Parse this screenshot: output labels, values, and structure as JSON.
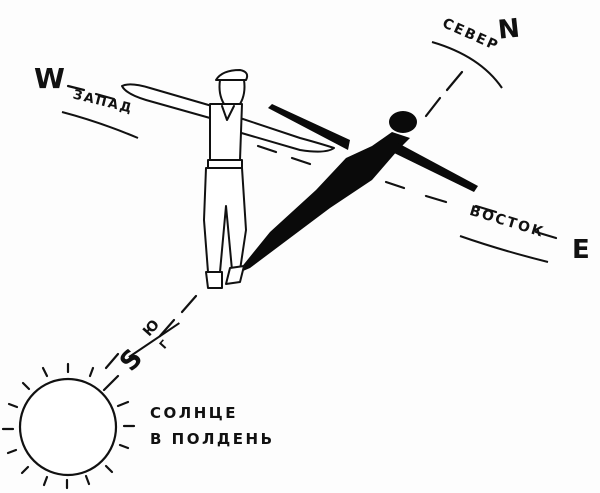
{
  "illustration": {
    "subject": "Determining cardinal directions by the noon sun shadow",
    "colors": {
      "ink": "#111111",
      "paper": "#fdfdfd",
      "shadow": "#0a0a0a"
    }
  },
  "compass": {
    "north": {
      "letter": "N",
      "word": "СЕВЕР"
    },
    "west": {
      "letter": "W",
      "word": "ЗАПАД"
    },
    "east": {
      "letter": "E",
      "word": "ВОСТОК"
    },
    "south": {
      "letter": "S",
      "word": "Ю",
      "word_sub": "Г"
    }
  },
  "sun_caption": {
    "line1": "СОЛНЦЕ",
    "line2": "В ПОЛДЕНЬ"
  }
}
